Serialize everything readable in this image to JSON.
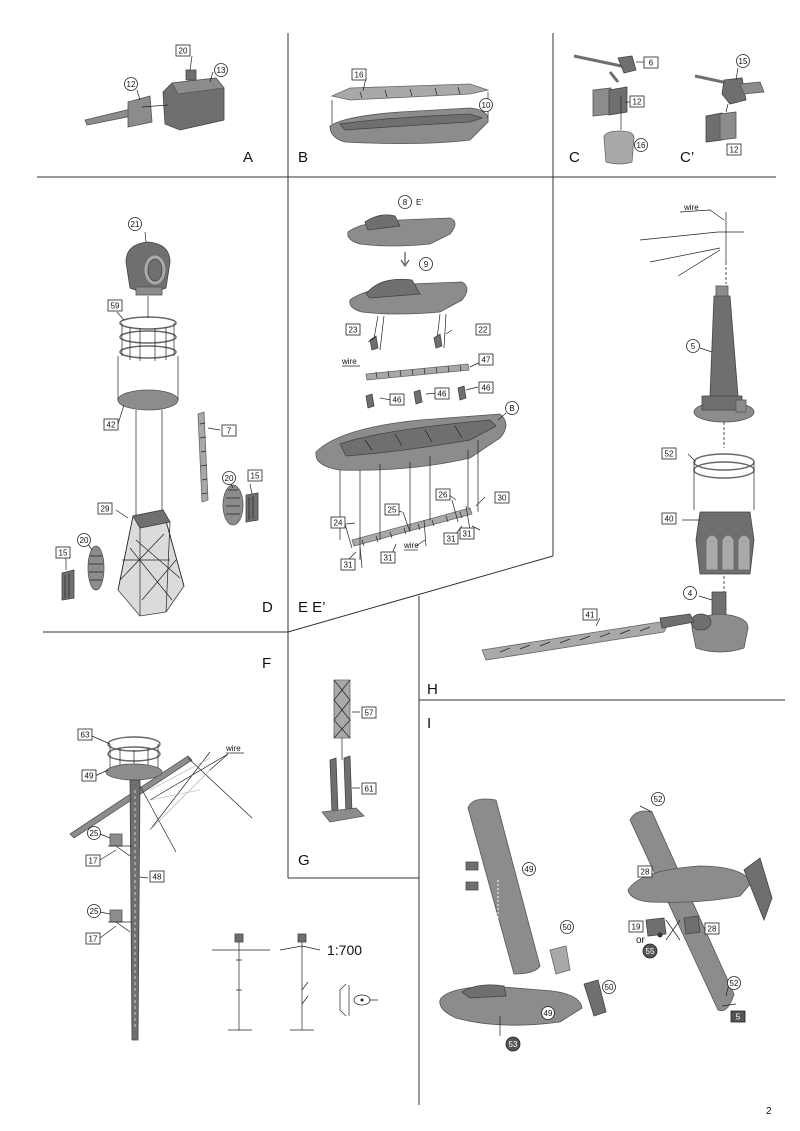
{
  "sections": {
    "A": "A",
    "B": "B",
    "C": "C",
    "C2": "C’",
    "D": "D",
    "E": "E E’",
    "F": "F",
    "G": "G",
    "H": "H",
    "I": "I"
  },
  "parts": {
    "a12": "12",
    "a13": "13",
    "a20": "20",
    "b16": "16",
    "b10": "10",
    "c6": "6",
    "c12": "12",
    "c16": "16",
    "c15": "15",
    "c12b": "12",
    "d21": "21",
    "d59": "59",
    "d42": "42",
    "d7": "7",
    "d29": "29",
    "d20a": "20",
    "d15a": "15",
    "d20b": "20",
    "d15b": "15",
    "e8": "8",
    "e8note": "E’",
    "e9": "9",
    "e23": "23",
    "e22": "22",
    "e47": "47",
    "e46a": "46",
    "e46b": "46",
    "e46c": "46",
    "eB": "B",
    "e24": "24",
    "e25": "25",
    "e26": "26",
    "e30": "30",
    "e31a": "31",
    "e31b": "31",
    "e31c": "31",
    "e31d": "31",
    "h5": "5",
    "h52": "52",
    "h40": "40",
    "h4": "4",
    "h41": "41",
    "f63": "63",
    "f49": "49",
    "f25a": "25",
    "f17a": "17",
    "f48": "48",
    "f25b": "25",
    "f17b": "17",
    "g57": "57",
    "g61": "61",
    "i49a": "49",
    "i50a": "50",
    "i50b": "50",
    "i49b": "49",
    "i53": "53",
    "i52a": "52",
    "i28a": "28",
    "i19": "19",
    "i28b": "28",
    "i55": "55",
    "i52b": "52",
    "i5": "5"
  },
  "text": {
    "wire": "wire",
    "or": "or",
    "scale": "1:700",
    "page_number": "2"
  }
}
